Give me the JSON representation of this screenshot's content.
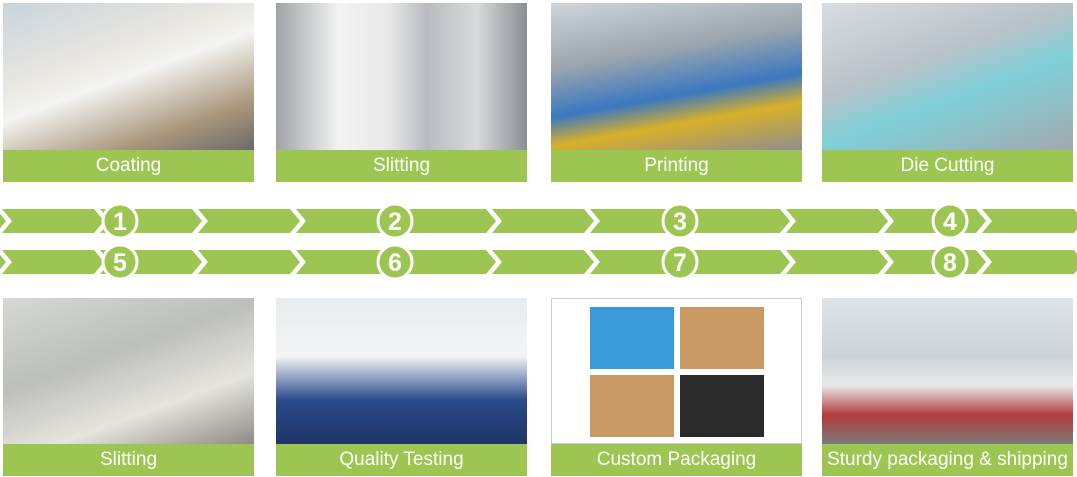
{
  "steps": [
    {
      "number": "1",
      "label": "Coating"
    },
    {
      "number": "2",
      "label": "Slitting"
    },
    {
      "number": "3",
      "label": "Printing"
    },
    {
      "number": "4",
      "label": "Die Cutting"
    },
    {
      "number": "5",
      "label": "Slitting"
    },
    {
      "number": "6",
      "label": "Quality Testing"
    },
    {
      "number": "7",
      "label": "Custom Packaging"
    },
    {
      "number": "8",
      "label": "Sturdy packaging & shipping"
    }
  ],
  "colors": {
    "accent": "#9cc552"
  }
}
